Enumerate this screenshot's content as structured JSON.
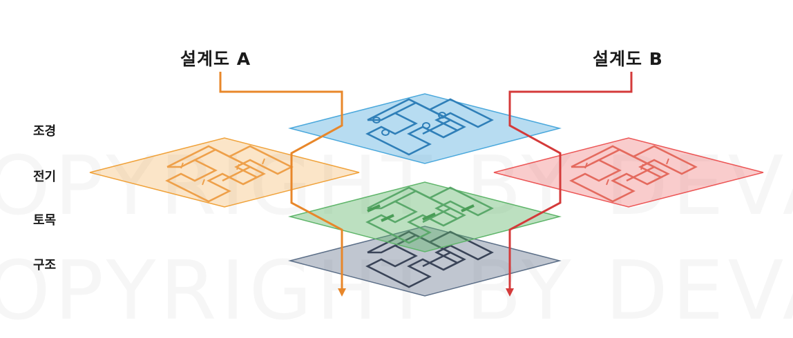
{
  "titles": {
    "a": "설계도 A",
    "b": "설계도 B"
  },
  "layers": [
    {
      "label": "조경",
      "color": "#4aa8dc"
    },
    {
      "label": "전기",
      "color": "#f0a23a"
    },
    {
      "label": "토목",
      "color": "#5fb56a"
    },
    {
      "label": "구조",
      "color": "#3a4f6e"
    }
  ],
  "electric_b_color": "#ec5656",
  "route_colors": {
    "a": "#e8872a",
    "b": "#d43a3a"
  },
  "watermark": {
    "line1": "OPYRIGHT BY DEVA",
    "line2": "OPYRIGHT BY DEVA"
  }
}
